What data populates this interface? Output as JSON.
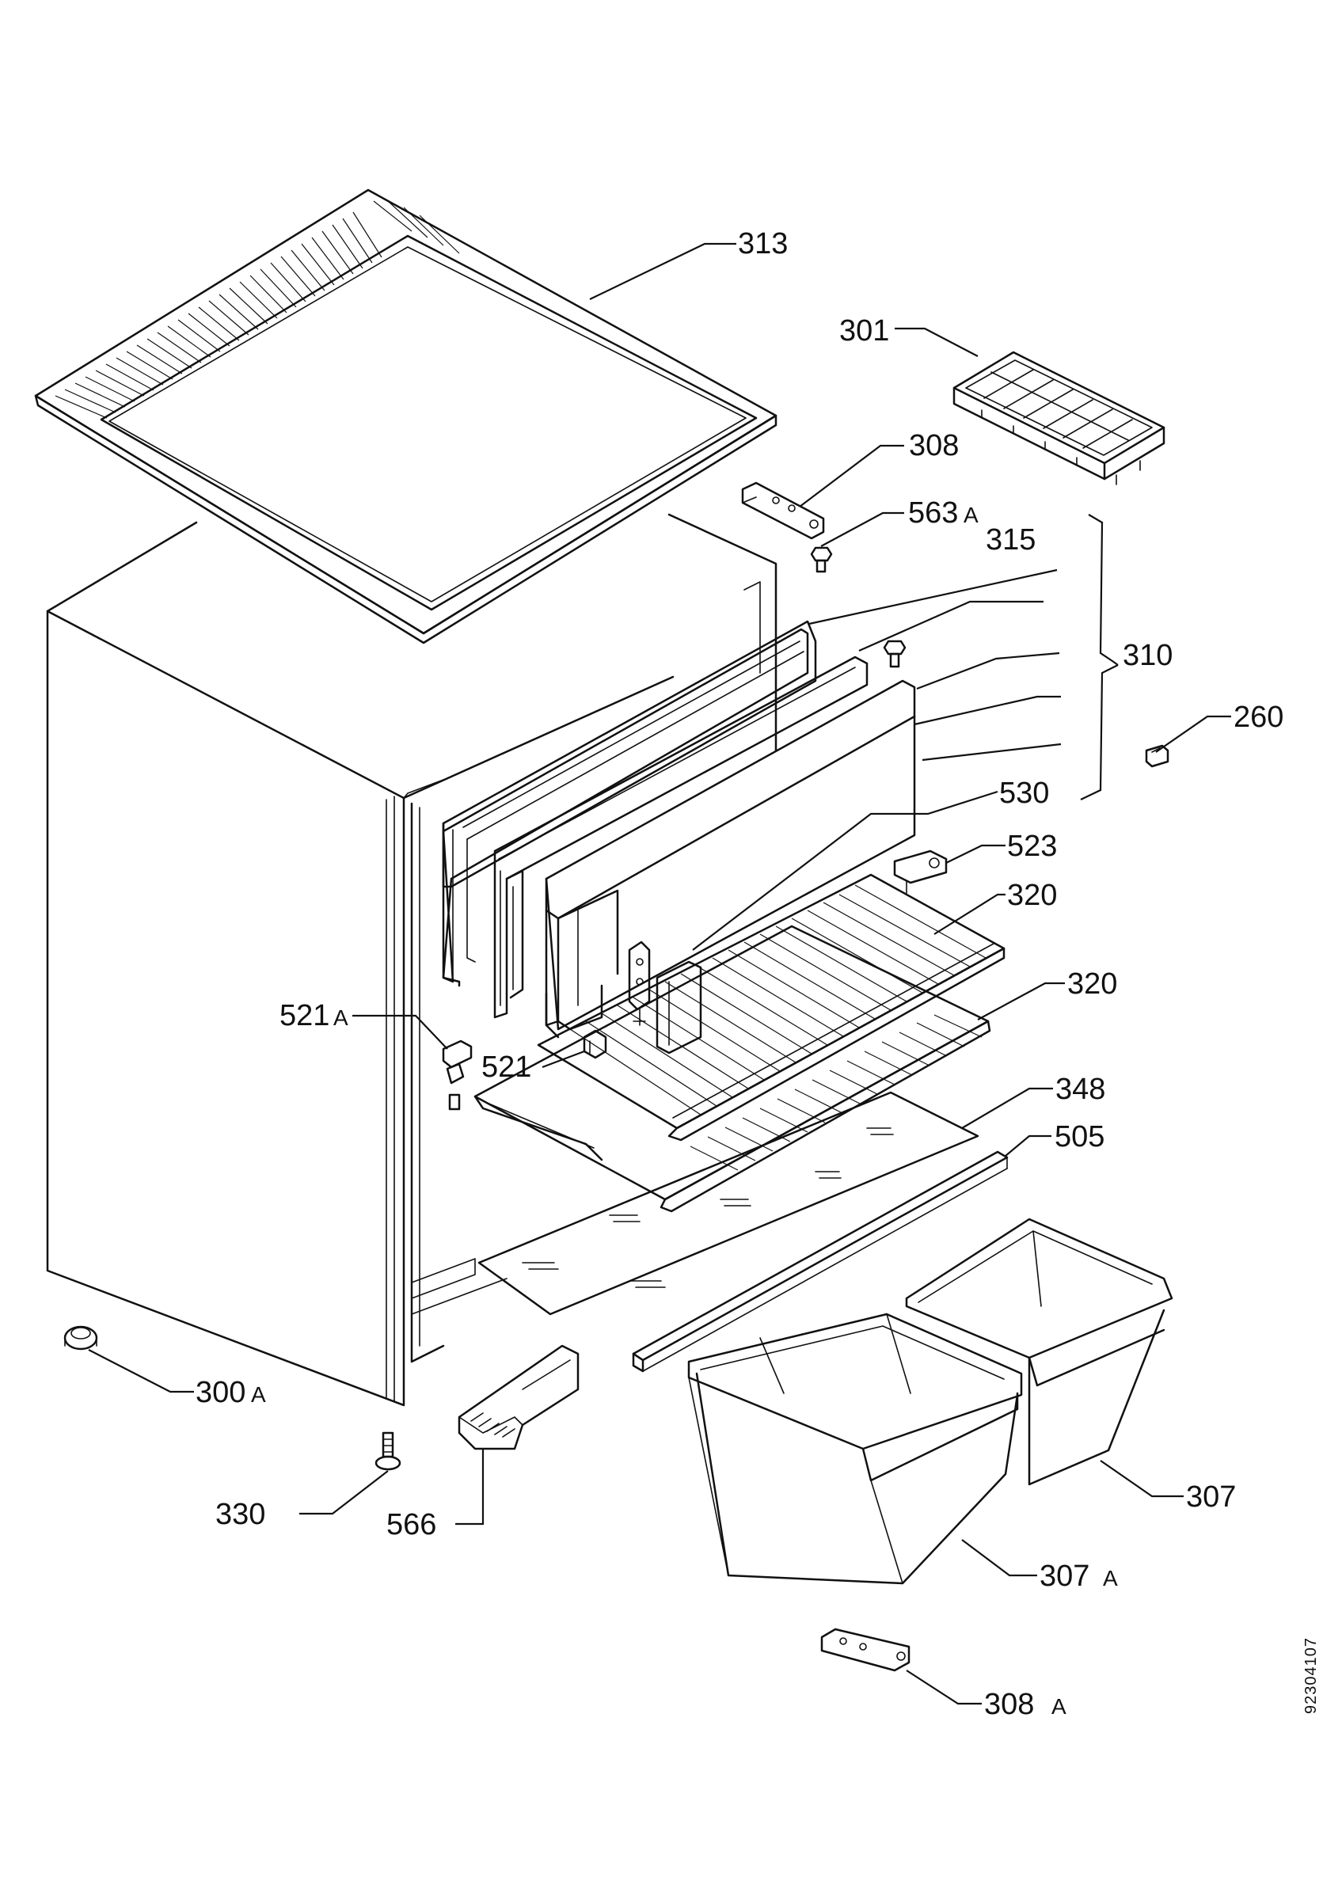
{
  "diagram": {
    "type": "exploded-parts-view",
    "document_number": "92304107",
    "callouts": [
      {
        "id": "c313",
        "number": "313",
        "suffix": ""
      },
      {
        "id": "c301",
        "number": "301",
        "suffix": ""
      },
      {
        "id": "c308",
        "number": "308",
        "suffix": ""
      },
      {
        "id": "c563a",
        "number": "563",
        "suffix": "A"
      },
      {
        "id": "c315",
        "number": "315",
        "suffix": ""
      },
      {
        "id": "c310",
        "number": "310",
        "suffix": ""
      },
      {
        "id": "c260",
        "number": "260",
        "suffix": ""
      },
      {
        "id": "c530",
        "number": "530",
        "suffix": ""
      },
      {
        "id": "c523",
        "number": "523",
        "suffix": ""
      },
      {
        "id": "c320a",
        "number": "320",
        "suffix": ""
      },
      {
        "id": "c320b",
        "number": "320",
        "suffix": ""
      },
      {
        "id": "c521a",
        "number": "521",
        "suffix": "A"
      },
      {
        "id": "c521",
        "number": "521",
        "suffix": ""
      },
      {
        "id": "c348",
        "number": "348",
        "suffix": ""
      },
      {
        "id": "c505",
        "number": "505",
        "suffix": ""
      },
      {
        "id": "c300a",
        "number": "300",
        "suffix": "A"
      },
      {
        "id": "c307",
        "number": "307",
        "suffix": ""
      },
      {
        "id": "c330",
        "number": "330",
        "suffix": ""
      },
      {
        "id": "c566",
        "number": "566",
        "suffix": ""
      },
      {
        "id": "c307a",
        "number": "307",
        "suffix": "A"
      },
      {
        "id": "c308a",
        "number": "308",
        "suffix": "A"
      }
    ]
  }
}
